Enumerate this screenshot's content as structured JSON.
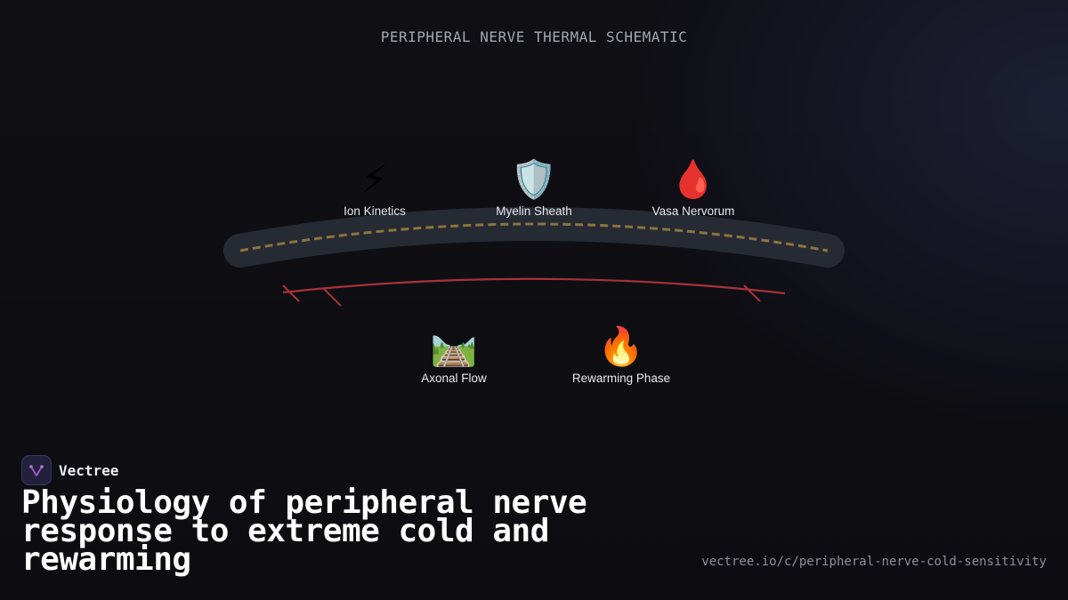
{
  "header": {
    "title": "PERIPHERAL NERVE THERMAL SCHEMATIC"
  },
  "nodes": [
    {
      "id": "ion-kinetics",
      "label": "Ion Kinetics",
      "icon": "lightning-icon",
      "glyph": "⚡"
    },
    {
      "id": "myelin-sheath",
      "label": "Myelin Sheath",
      "icon": "shield-icon",
      "glyph": "🛡️"
    },
    {
      "id": "vasa-nervorum",
      "label": "Vasa Nervorum",
      "icon": "blood-drop-icon",
      "glyph": "🩸"
    },
    {
      "id": "axonal-flow",
      "label": "Axonal Flow",
      "icon": "railway-track-icon",
      "glyph": "🛤️"
    },
    {
      "id": "rewarming-phase",
      "label": "Rewarming Phase",
      "icon": "fire-icon",
      "glyph": "🔥"
    }
  ],
  "colors": {
    "nerve_band": "#262a33",
    "myelin_dash": "#8a7440",
    "vessel": "#a8323a",
    "background": "#0f0f14"
  },
  "brand": {
    "name": "Vectree",
    "logo_icon": "vectree-logo-icon"
  },
  "footer": {
    "title": "Physiology of peripheral nerve response to extreme cold and rewarming",
    "url": "vectree.io/c/peripheral-nerve-cold-sensitivity"
  }
}
